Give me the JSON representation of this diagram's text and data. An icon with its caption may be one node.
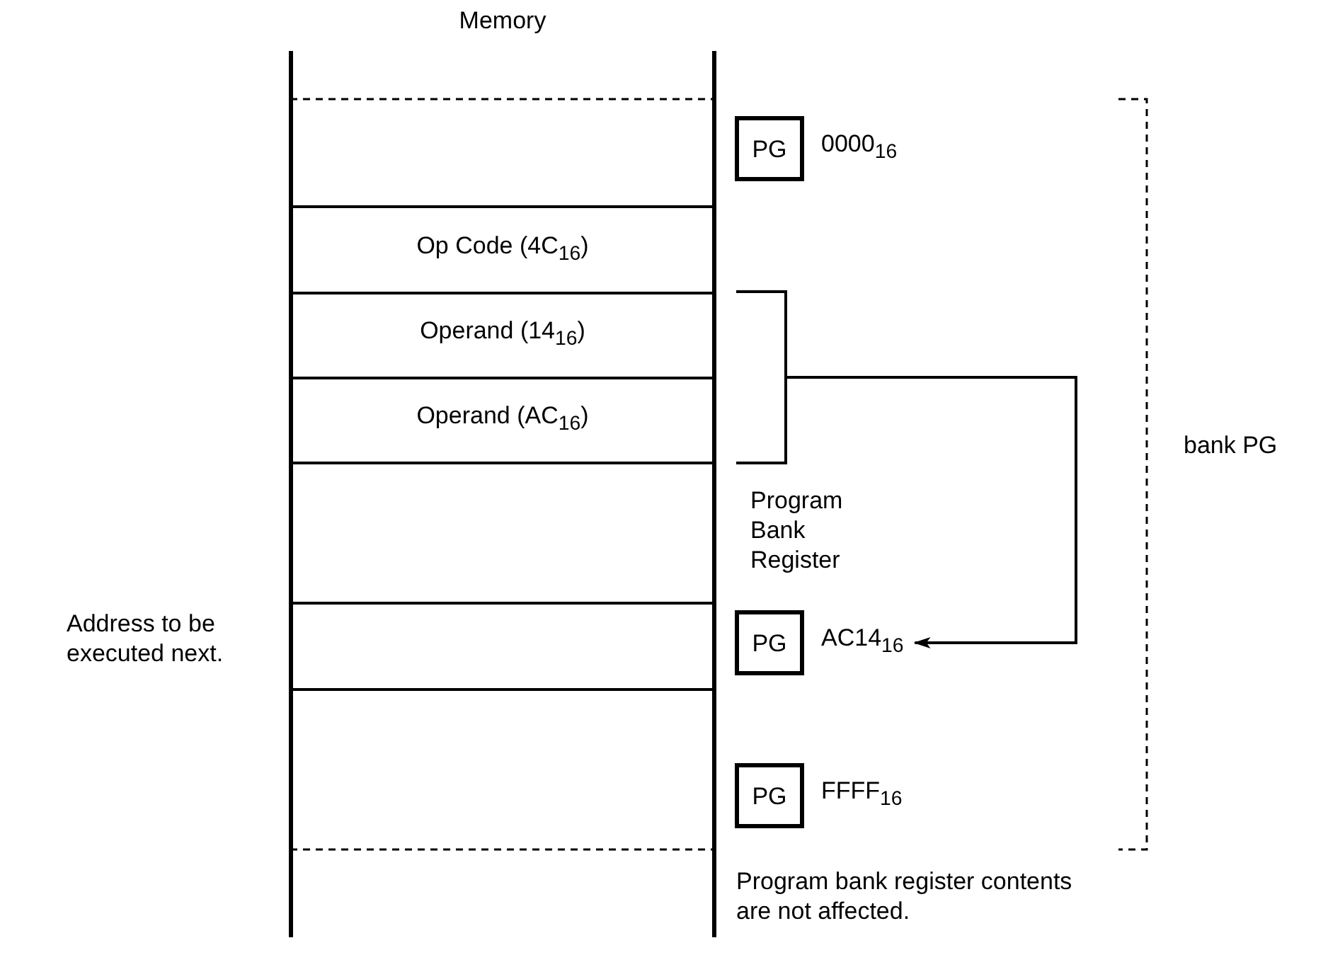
{
  "diagram": {
    "nodes": [
      {
        "text": [
          "Memory"
        ]
      },
      {
        "text": [
          "Op Code (4C$_{16}$)"
        ],
        "in": 0
      },
      {
        "text": [
          "Operand (14$_{16}$)"
        ],
        "in": 0
      },
      {
        "text": [
          "Operand (AC$_{16}$)"
        ],
        "in": 0
      },
      {
        "text": [],
        "shape": "box",
        "in": 0
      },
      {
        "text": [
          "PG"
        ],
        "beside": [
          "0000$_{16}$"
        ]
      },
      {
        "text": [
          "PG"
        ],
        "beside": [
          "AC14$_{16}$"
        ]
      },
      {
        "text": [
          "PG"
        ],
        "beside": [
          "FFFF$_{16}$"
        ]
      },
      {
        "text": [],
        "shape": "bracket"
      }
    ],
    "edges": [
      {
        "from": 8,
        "to": 6,
        "arrow": "to"
      }
    ],
    "labels": [
      "Program Bank Register",
      "bank PG",
      "Address to be executed next.",
      "Program bank register contents are not affected."
    ]
  }
}
